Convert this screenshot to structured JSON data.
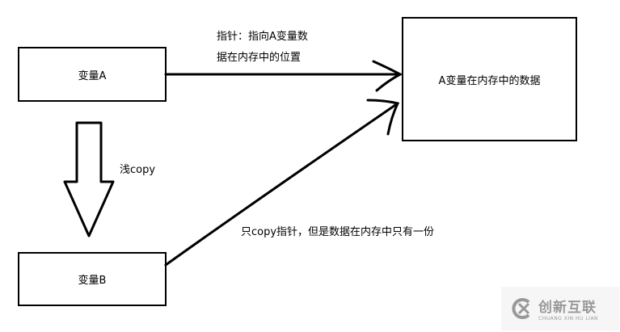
{
  "nodes": {
    "var_a": "变量A",
    "var_b": "变量B",
    "data": "A变量在内存中的数据"
  },
  "labels": {
    "pointer_line1": "指针：指向A变量数",
    "pointer_line2": "据在内存中的位置",
    "shallow_copy": "浅copy",
    "copy_pointer_note": "只copy指针，但是数据在内存中只有一份"
  },
  "watermark": {
    "title": "创新互联",
    "subtitle": "CHUANG XIN HU LIAN"
  }
}
